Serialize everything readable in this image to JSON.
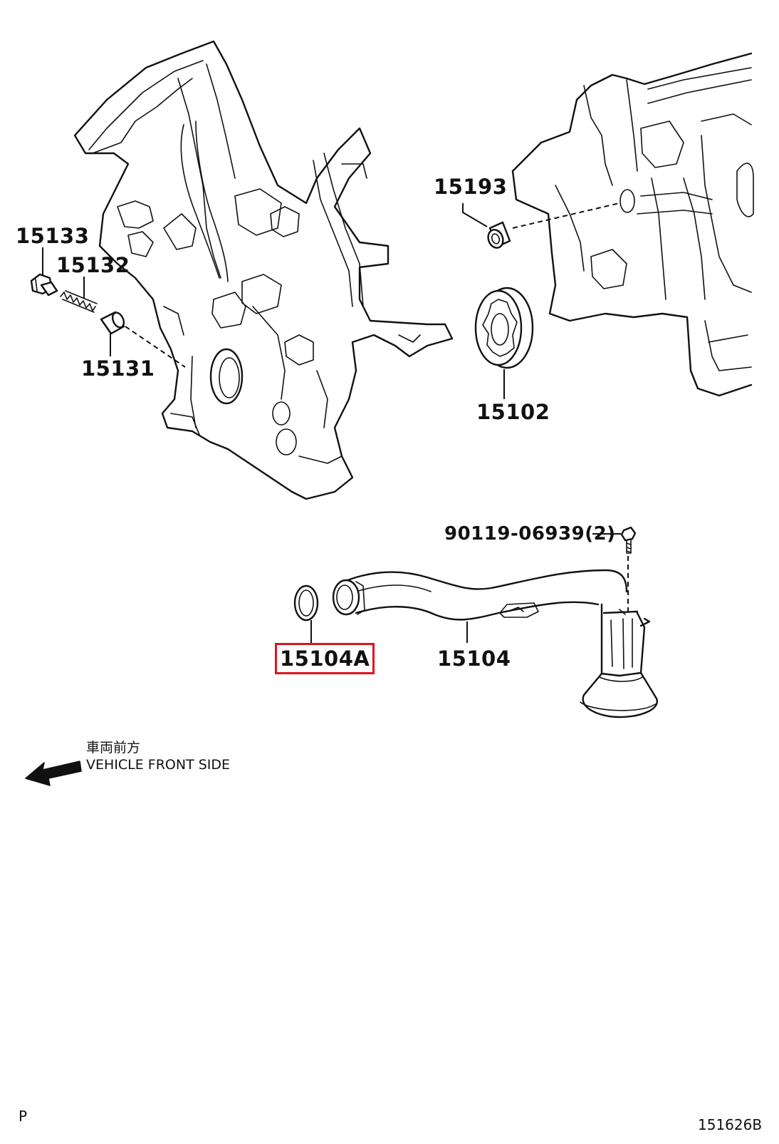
{
  "callouts": {
    "p15133": "15133",
    "p15132": "15132",
    "p15131": "15131",
    "p15193": "15193",
    "p15102": "15102",
    "p90119": "90119-06939(2)",
    "p15104A": "15104A",
    "p15104": "15104"
  },
  "highlight_color": "#e0141e",
  "direction_note": {
    "jp": "車両前方",
    "en": "VEHICLE FRONT SIDE",
    "arrow_icon": "left-arrow-icon"
  },
  "footer": {
    "left": "P",
    "right": "151626B"
  }
}
